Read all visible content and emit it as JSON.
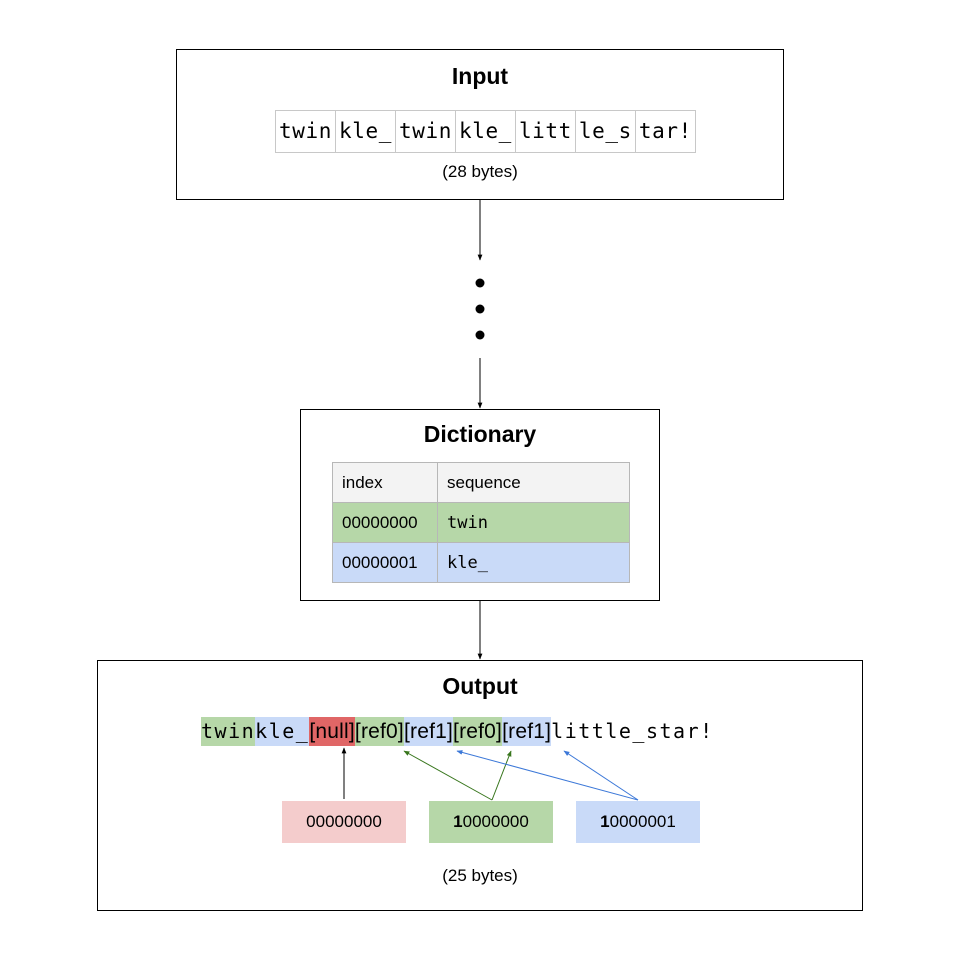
{
  "input": {
    "title": "Input",
    "chunks": [
      "twin",
      "kle_",
      "twin",
      "kle_",
      "litt",
      "le_s",
      "tar!"
    ],
    "size_note": "(28 bytes)"
  },
  "dictionary": {
    "title": "Dictionary",
    "headers": {
      "index": "index",
      "sequence": "sequence"
    },
    "rows": [
      {
        "index": "00000000",
        "sequence": "twin"
      },
      {
        "index": "00000001",
        "sequence": "kle_"
      }
    ]
  },
  "output": {
    "title": "Output",
    "segments": [
      {
        "text": "twin",
        "style": "green"
      },
      {
        "text": "kle_",
        "style": "blue"
      },
      {
        "text": "[null]",
        "style": "red"
      },
      {
        "text": "[ref0]",
        "style": "green"
      },
      {
        "text": "[ref1]",
        "style": "blue"
      },
      {
        "text": "[ref0]",
        "style": "green"
      },
      {
        "text": "[ref1]",
        "style": "blue"
      },
      {
        "text": "little_star!",
        "style": "plain"
      }
    ],
    "codes": {
      "null": {
        "bit": "",
        "rest": "00000000"
      },
      "ref0": {
        "bit": "1",
        "rest": "0000000"
      },
      "ref1": {
        "bit": "1",
        "rest": "0000001"
      }
    },
    "size_note": "(25 bytes)"
  },
  "colors": {
    "green": "#b6d7a8",
    "blue": "#c9daf8",
    "red": "#e06666",
    "pink": "#f4cccc",
    "arrow_green": "#38761d",
    "arrow_blue": "#3c78d8"
  }
}
